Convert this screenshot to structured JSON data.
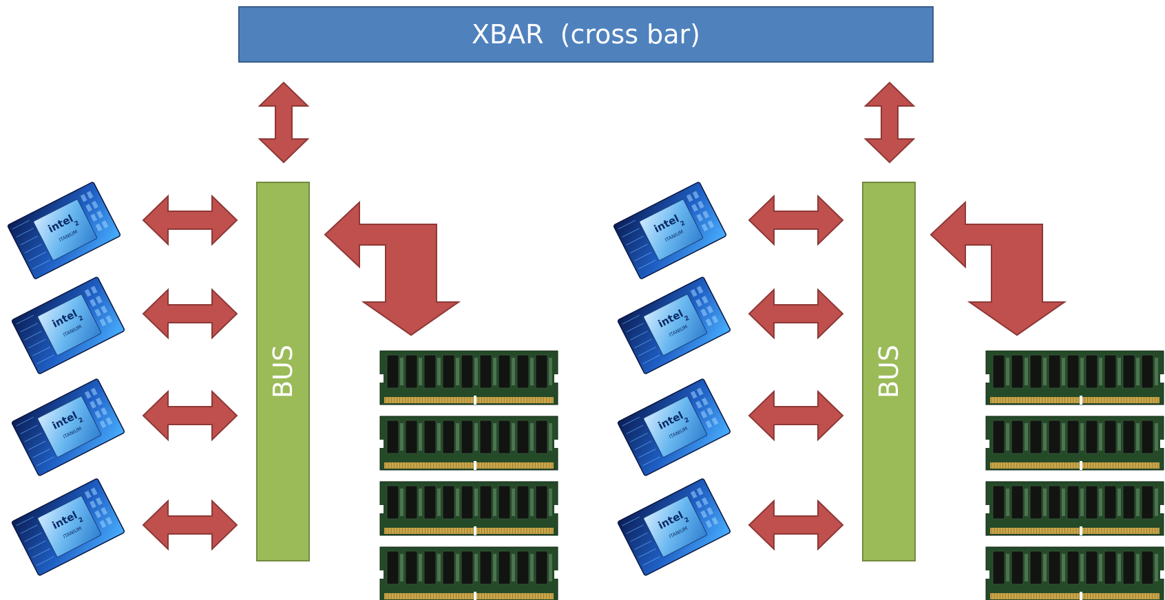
{
  "xbar": {
    "label": "XBAR  (cross bar)"
  },
  "bus_label": "BUS",
  "chip": {
    "brand": "intel",
    "model": "ITANIUM",
    "generation": "2"
  },
  "colors": {
    "xbar_fill": "#4f81bd",
    "bus_fill": "#9bbb59",
    "arrow_fill": "#c0504d",
    "arrow_stroke": "#8c3836"
  },
  "nodes": [
    {
      "name": "node-left",
      "processors": 4,
      "memory_modules": 4
    },
    {
      "name": "node-right",
      "processors": 4,
      "memory_modules": 4
    }
  ]
}
